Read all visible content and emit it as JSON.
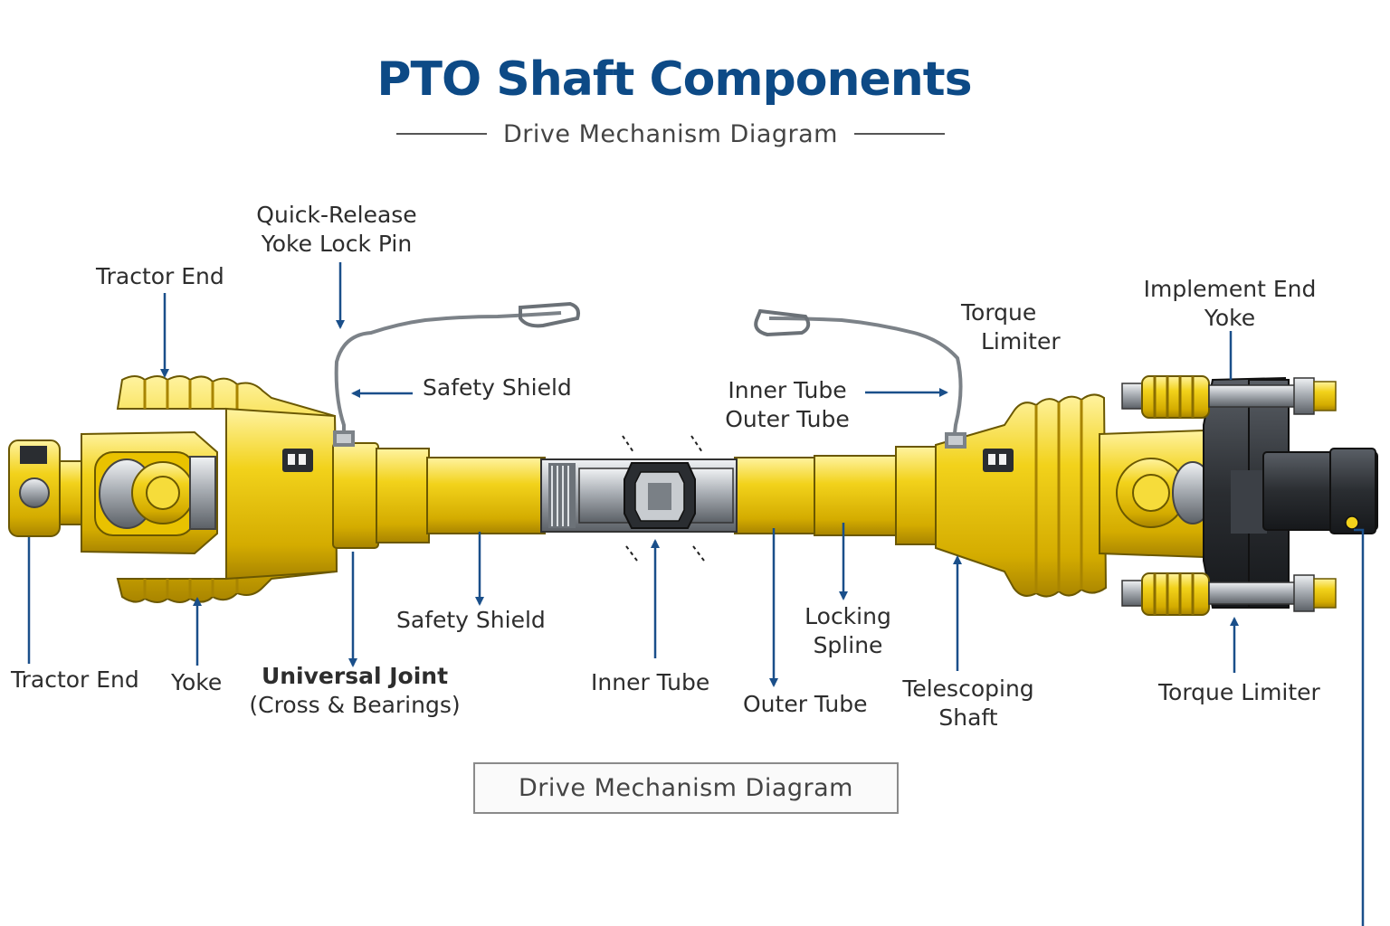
{
  "title": "PTO Shaft Components",
  "subtitle": "Drive Mechanism Diagram",
  "caption": "Drive Mechanism Diagram",
  "labels": {
    "quick_release_1": "Quick-Release",
    "quick_release_2": "Yoke Lock Pin",
    "tractor_end_top": "Tractor End",
    "safety_shield_top": "Safety Shield",
    "inner_tube_top": "Inner Tube",
    "outer_tube_top": "Outer Tube",
    "torque_limiter_top_1": "Torque",
    "torque_limiter_top_2": "Limiter",
    "implement_end_yoke_1": "Implement End",
    "implement_end_yoke_2": "Yoke",
    "tractor_end_bottom": "Tractor End",
    "yoke": "Yoke",
    "universal_joint_1": "Universal Joint",
    "universal_joint_2": "(Cross & Bearings)",
    "safety_shield_bottom": "Safety Shield",
    "inner_tube_bottom": "Inner Tube",
    "outer_tube_bottom": "Outer Tube",
    "locking_spline_1": "Locking",
    "locking_spline_2": "Spline",
    "telescoping_shaft_1": "Telescoping",
    "telescoping_shaft_2": "Shaft",
    "torque_limiter_bottom": "Torque Limiter"
  },
  "colors": {
    "title": "#0d4a86",
    "arrow": "#1a4f8a",
    "shaft_yellow": "#f2d21b",
    "steel": "#9aa0a6",
    "dark": "#2a2d31"
  }
}
